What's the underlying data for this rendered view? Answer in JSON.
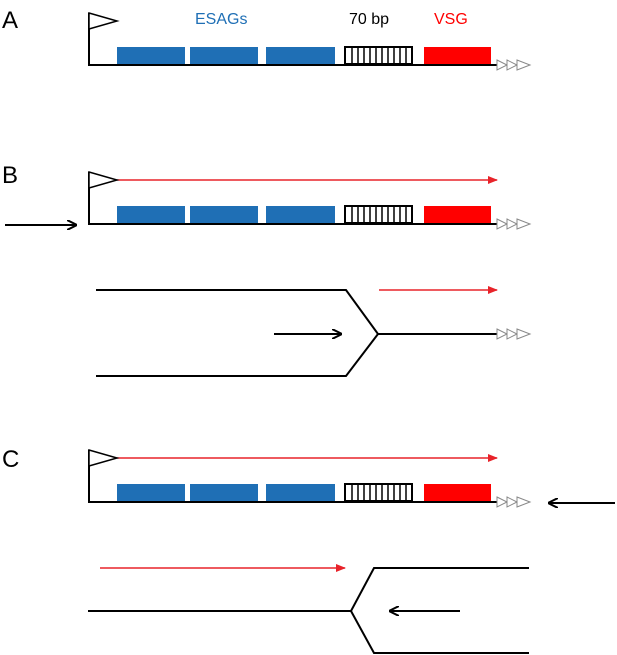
{
  "panels": [
    {
      "label": "A"
    },
    {
      "label": "B"
    },
    {
      "label": "C"
    }
  ],
  "labels": {
    "esags": "ESAGs",
    "repeats": "70 bp",
    "vsg": "VSG"
  },
  "colors": {
    "esag": "#1f6fb5",
    "vsg": "#ff0000",
    "transcription_arrow": "#e8232a",
    "line": "#000000",
    "esag_label": "#1f6fb5",
    "vsg_label": "#ff0000"
  },
  "icons": {
    "promoter": "flag-icon",
    "telomere": "telomere-arrowheads-icon"
  }
}
